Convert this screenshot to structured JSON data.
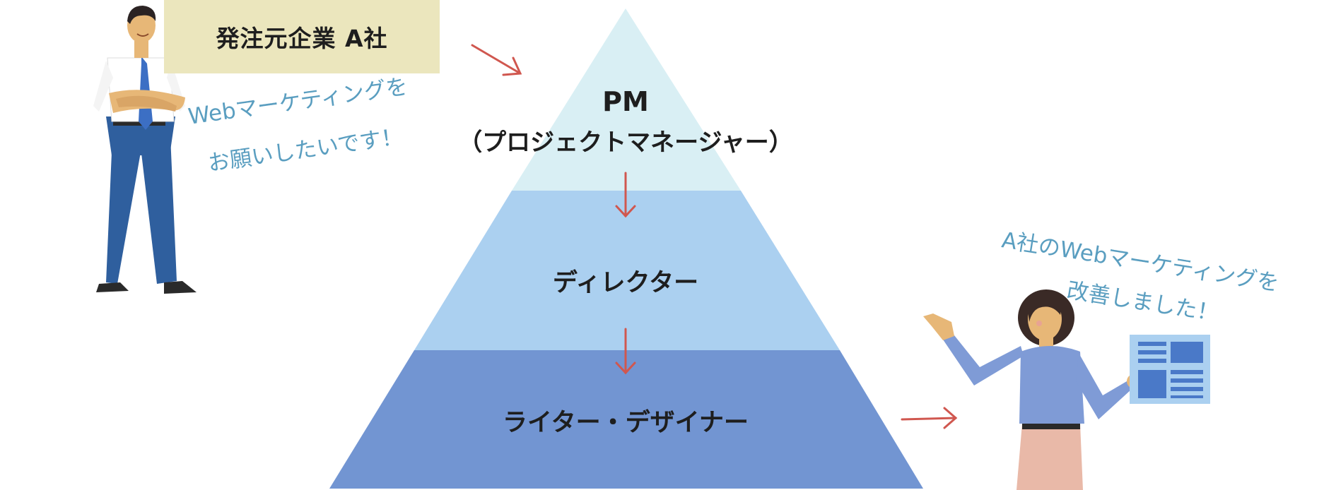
{
  "client": {
    "label": "発注元企業 A社"
  },
  "speech_left": {
    "line1": "Webマーケティングを",
    "line2": "お願いしたいです！"
  },
  "speech_right": {
    "line1": "A社のWebマーケティングを",
    "line2": "改善しました！"
  },
  "pyramid": {
    "tiers": [
      {
        "line1": "PM",
        "line2": "（プロジェクトマネージャー）",
        "color": "#d9eff4"
      },
      {
        "label": "ディレクター",
        "color": "#abd0f0"
      },
      {
        "label": "ライター・デザイナー",
        "color": "#7295d2"
      }
    ]
  },
  "colors": {
    "arrow": "#d0574f",
    "speech_text": "#5a9ec0",
    "client_box": "#ebe6bd"
  }
}
